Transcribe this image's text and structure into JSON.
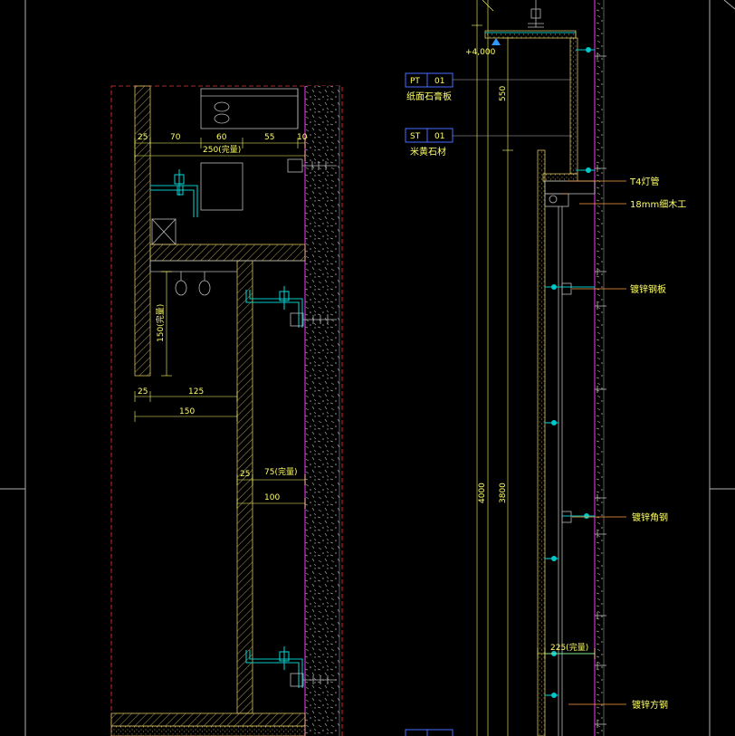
{
  "colors": {
    "background": "#000000",
    "frame": "#b0b0b0",
    "cut_line": "#ff3333",
    "dimension": "#ffff66",
    "stone": "#d8c060",
    "fixing": "#00c8c8",
    "wall_edge": "#cc33cc",
    "leader": "#ffa040",
    "tag_box": "#4a6cff",
    "level_marker": "#3399ff"
  },
  "detail_left": {
    "dims": {
      "d25a": "25",
      "d70": "70",
      "d60": "60",
      "d55": "55",
      "d10": "10",
      "d250": "250(完量)",
      "d150v": "150(完量)",
      "d25b": "25",
      "d125": "125",
      "d150": "150",
      "d25c": "25",
      "d75": "75(完量)",
      "d100": "100"
    }
  },
  "detail_right": {
    "level": "+4,000",
    "dims": {
      "d550": "550",
      "d4000": "4000",
      "d3800": "3800",
      "d225": "225(完量)"
    },
    "tags": [
      {
        "code": "PT",
        "num": "01",
        "desc": "纸面石膏板"
      },
      {
        "code": "ST",
        "num": "01",
        "desc": "米黄石材"
      }
    ],
    "callouts": {
      "t4_lamp": "T4灯管",
      "carpentry": "18mm细木工",
      "galv_plate": "镀锌钢板",
      "galv_angle": "镀锌角钢",
      "galv_tube": "镀锌方钢"
    }
  }
}
